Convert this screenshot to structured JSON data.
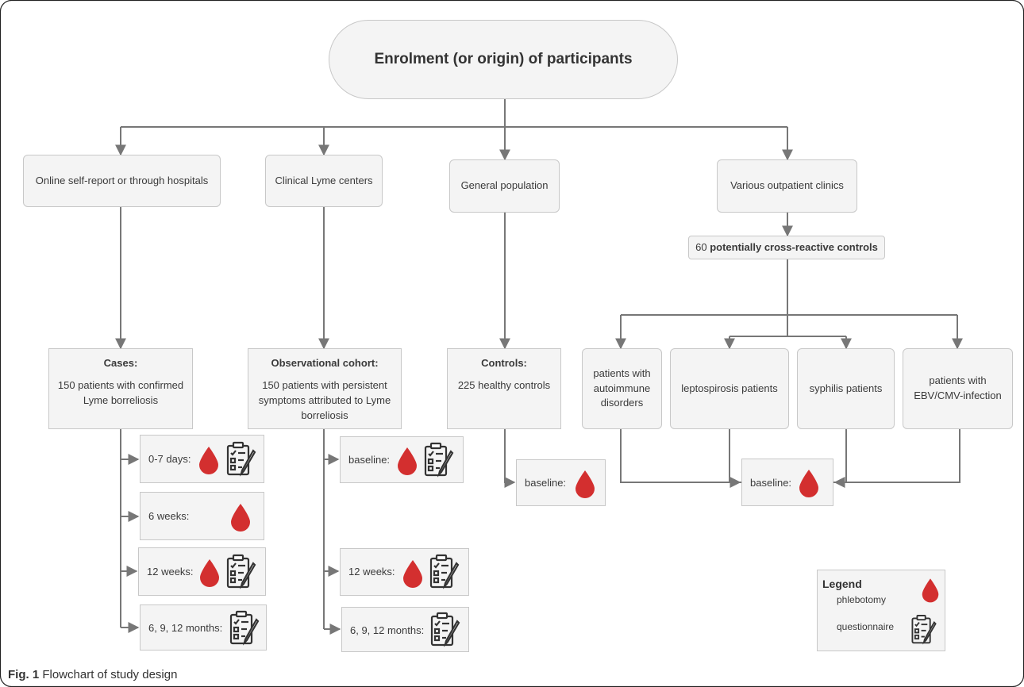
{
  "root": "Enrolment (or origin) of participants",
  "sources": {
    "online": "Online self-report or through hospitals",
    "lyme_centers": "Clinical Lyme centers",
    "general": "General population",
    "outpatient": "Various outpatient clinics"
  },
  "crossreactive": {
    "count": "60",
    "label": "potentially cross-reactive controls"
  },
  "groups": {
    "cases": {
      "title": "Cases:",
      "desc": "150 patients with confirmed Lyme borreliosis"
    },
    "cohort": {
      "title": "Observational cohort:",
      "desc": "150 patients with persistent symptoms attributed to Lyme borreliosis"
    },
    "controls": {
      "title": "Controls:",
      "desc": "225 healthy controls"
    }
  },
  "subgroups": {
    "autoimmune": "patients with autoimmune disorders",
    "lepto": "leptospirosis patients",
    "syphilis": "syphilis patients",
    "ebv": "patients with EBV/CMV-infection"
  },
  "timepoints": {
    "cases": [
      "0-7 days:",
      "6 weeks:",
      "12 weeks:",
      "6, 9, 12 months:"
    ],
    "cohort": [
      "baseline:",
      "12 weeks:",
      "6, 9, 12 months:"
    ],
    "controls": [
      "baseline:"
    ],
    "crossreactive": [
      "baseline:"
    ]
  },
  "legend": {
    "title": "Legend",
    "phlebotomy": "phlebotomy",
    "questionnaire": "questionnaire"
  },
  "caption": {
    "label": "Fig. 1",
    "text": "Flowchart of study design"
  },
  "colors": {
    "blood": "#d32f2f",
    "line": "#777777",
    "box_bg": "#f4f4f4",
    "box_border": "#c8c8c8"
  },
  "icons": {
    "blood": "blood-drop-icon",
    "questionnaire": "clipboard-questionnaire-icon"
  }
}
